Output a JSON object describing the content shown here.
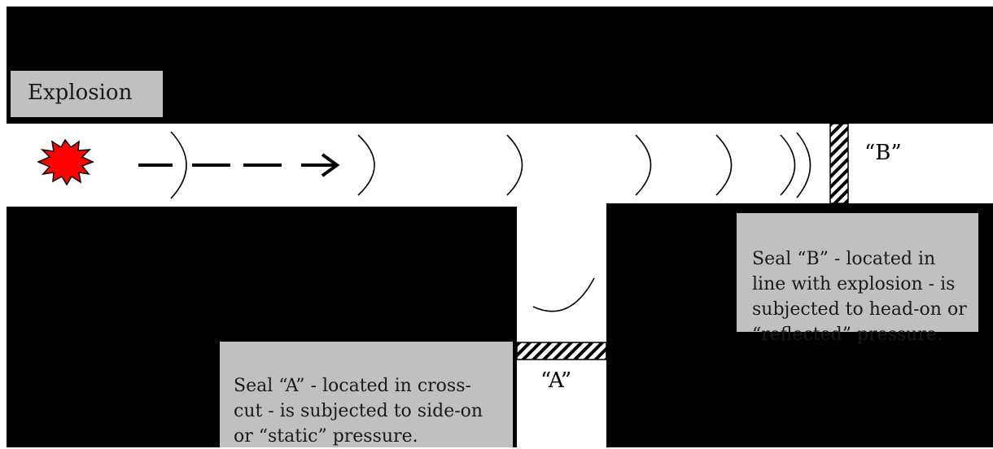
{
  "diagram": {
    "explosion_label": "Explosion",
    "seal_a_marker": "“A”",
    "seal_b_marker": "“B”",
    "seal_a_note": "Seal “A” - located in cross-\ncut - is subjected to side-on\nor “static” pressure.",
    "seal_b_note": "Seal “B” - located in\nline with explosion - is\nsubjected to head-on or\n“reflected” pressure.",
    "colors": {
      "rock": "#000000",
      "passage": "#ffffff",
      "label_fill": "#c0c0c0",
      "explosion": "#ff0000"
    },
    "icons": [
      "explosion-burst-icon",
      "arrow-icon",
      "hatched-seal-icon"
    ]
  }
}
